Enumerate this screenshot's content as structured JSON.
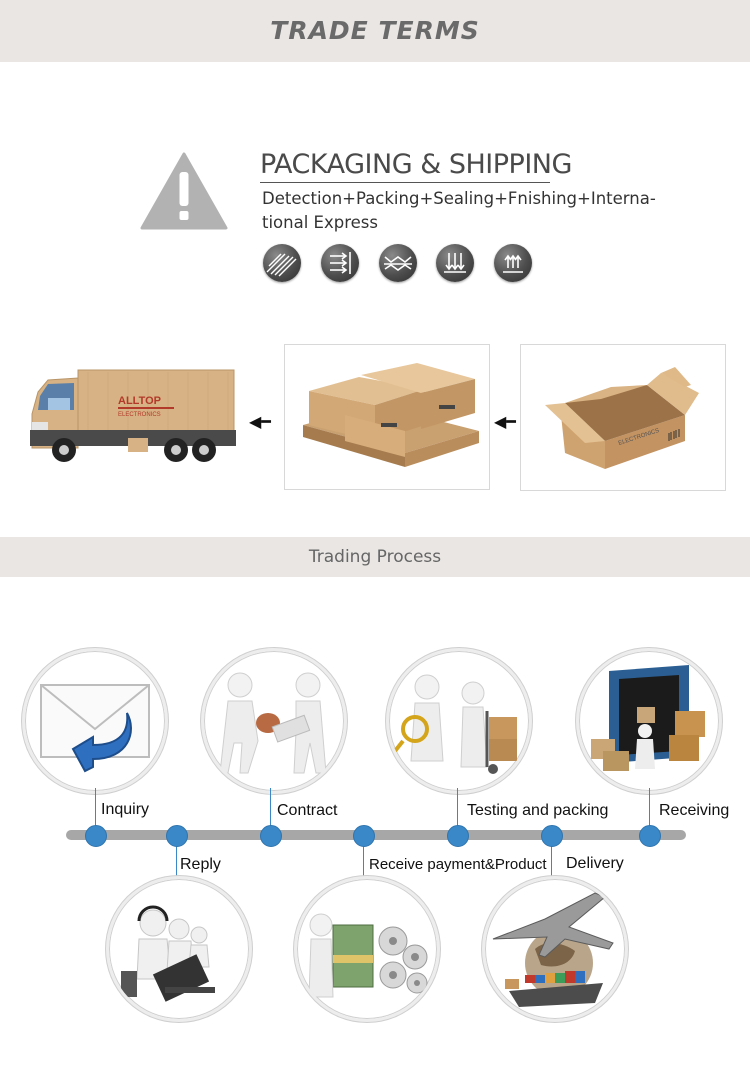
{
  "header": {
    "title": "TRADE TERMS"
  },
  "packaging": {
    "title": "PACKAGING & SHIPPING",
    "description_line1": "Detection+Packing+Sealing+Fnishing+Interna-",
    "description_line2": "tional Express",
    "icons": [
      "diagonal-stripes-icon",
      "sliding-layers-icon",
      "waves-icon",
      "down-arrows-icon",
      "up-stack-icon"
    ]
  },
  "shipping_images": {
    "truck_logo": "ALLTOP",
    "truck_logo_sub": "ELECTRONICS",
    "box_label": "ELECTRONICS"
  },
  "process": {
    "title": "Trading Process",
    "steps": [
      {
        "label": "Inquiry"
      },
      {
        "label": "Reply"
      },
      {
        "label": "Contract"
      },
      {
        "label": "Receive payment&Product"
      },
      {
        "label": "Testing and packing"
      },
      {
        "label": "Delivery"
      },
      {
        "label": "Receiving"
      }
    ]
  }
}
